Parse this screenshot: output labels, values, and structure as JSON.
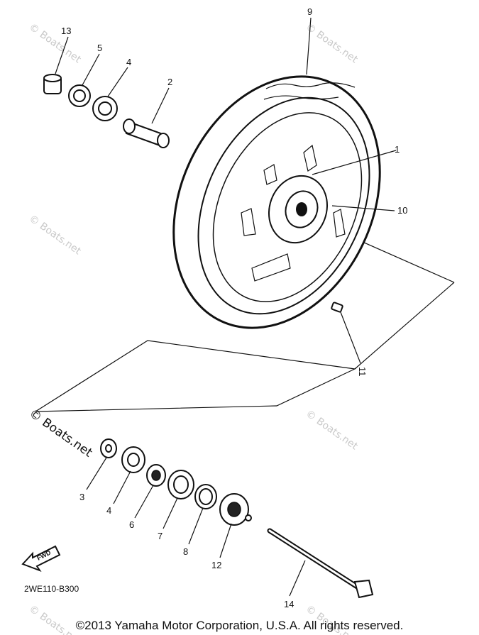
{
  "callouts": {
    "c1": "1",
    "c2": "2",
    "c3": "3",
    "c4a": "4",
    "c4b": "4",
    "c5": "5",
    "c6": "6",
    "c7": "7",
    "c8": "8",
    "c9": "9",
    "c10": "10",
    "c11": "11",
    "c12": "12",
    "c13": "13",
    "c14": "14"
  },
  "watermark": "© Boats.net",
  "fwd_label": "FWD",
  "diagram_code": "2WE110-B300",
  "copyright": "©2013 Yamaha Motor Corporation, U.S.A. All rights reserved."
}
